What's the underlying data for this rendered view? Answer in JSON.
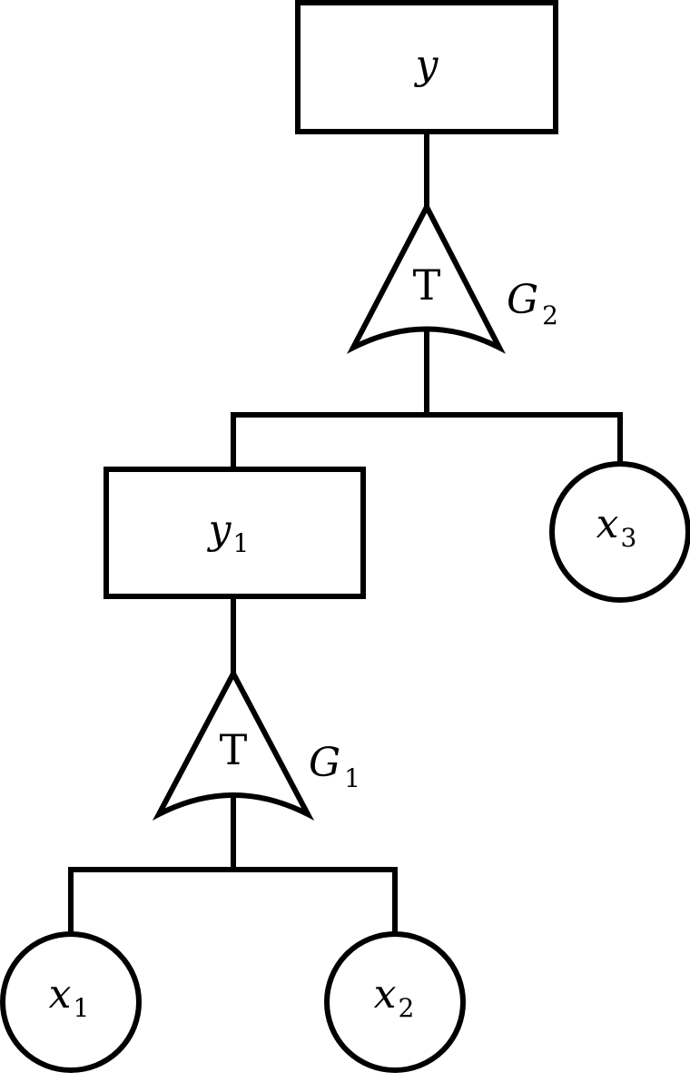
{
  "diagram": {
    "type": "fault-tree",
    "top_event": {
      "var": "y",
      "sub": ""
    },
    "gates": [
      {
        "symbol": "T",
        "label": "G",
        "sub": "2"
      },
      {
        "symbol": "T",
        "label": "G",
        "sub": "1"
      }
    ],
    "intermediate_event": {
      "var": "y",
      "sub": "1"
    },
    "basic_events": [
      {
        "var": "x",
        "sub": "1"
      },
      {
        "var": "x",
        "sub": "2"
      },
      {
        "var": "x",
        "sub": "3"
      }
    ],
    "colors": {
      "line": "#000000",
      "background": "#ffffff"
    }
  }
}
